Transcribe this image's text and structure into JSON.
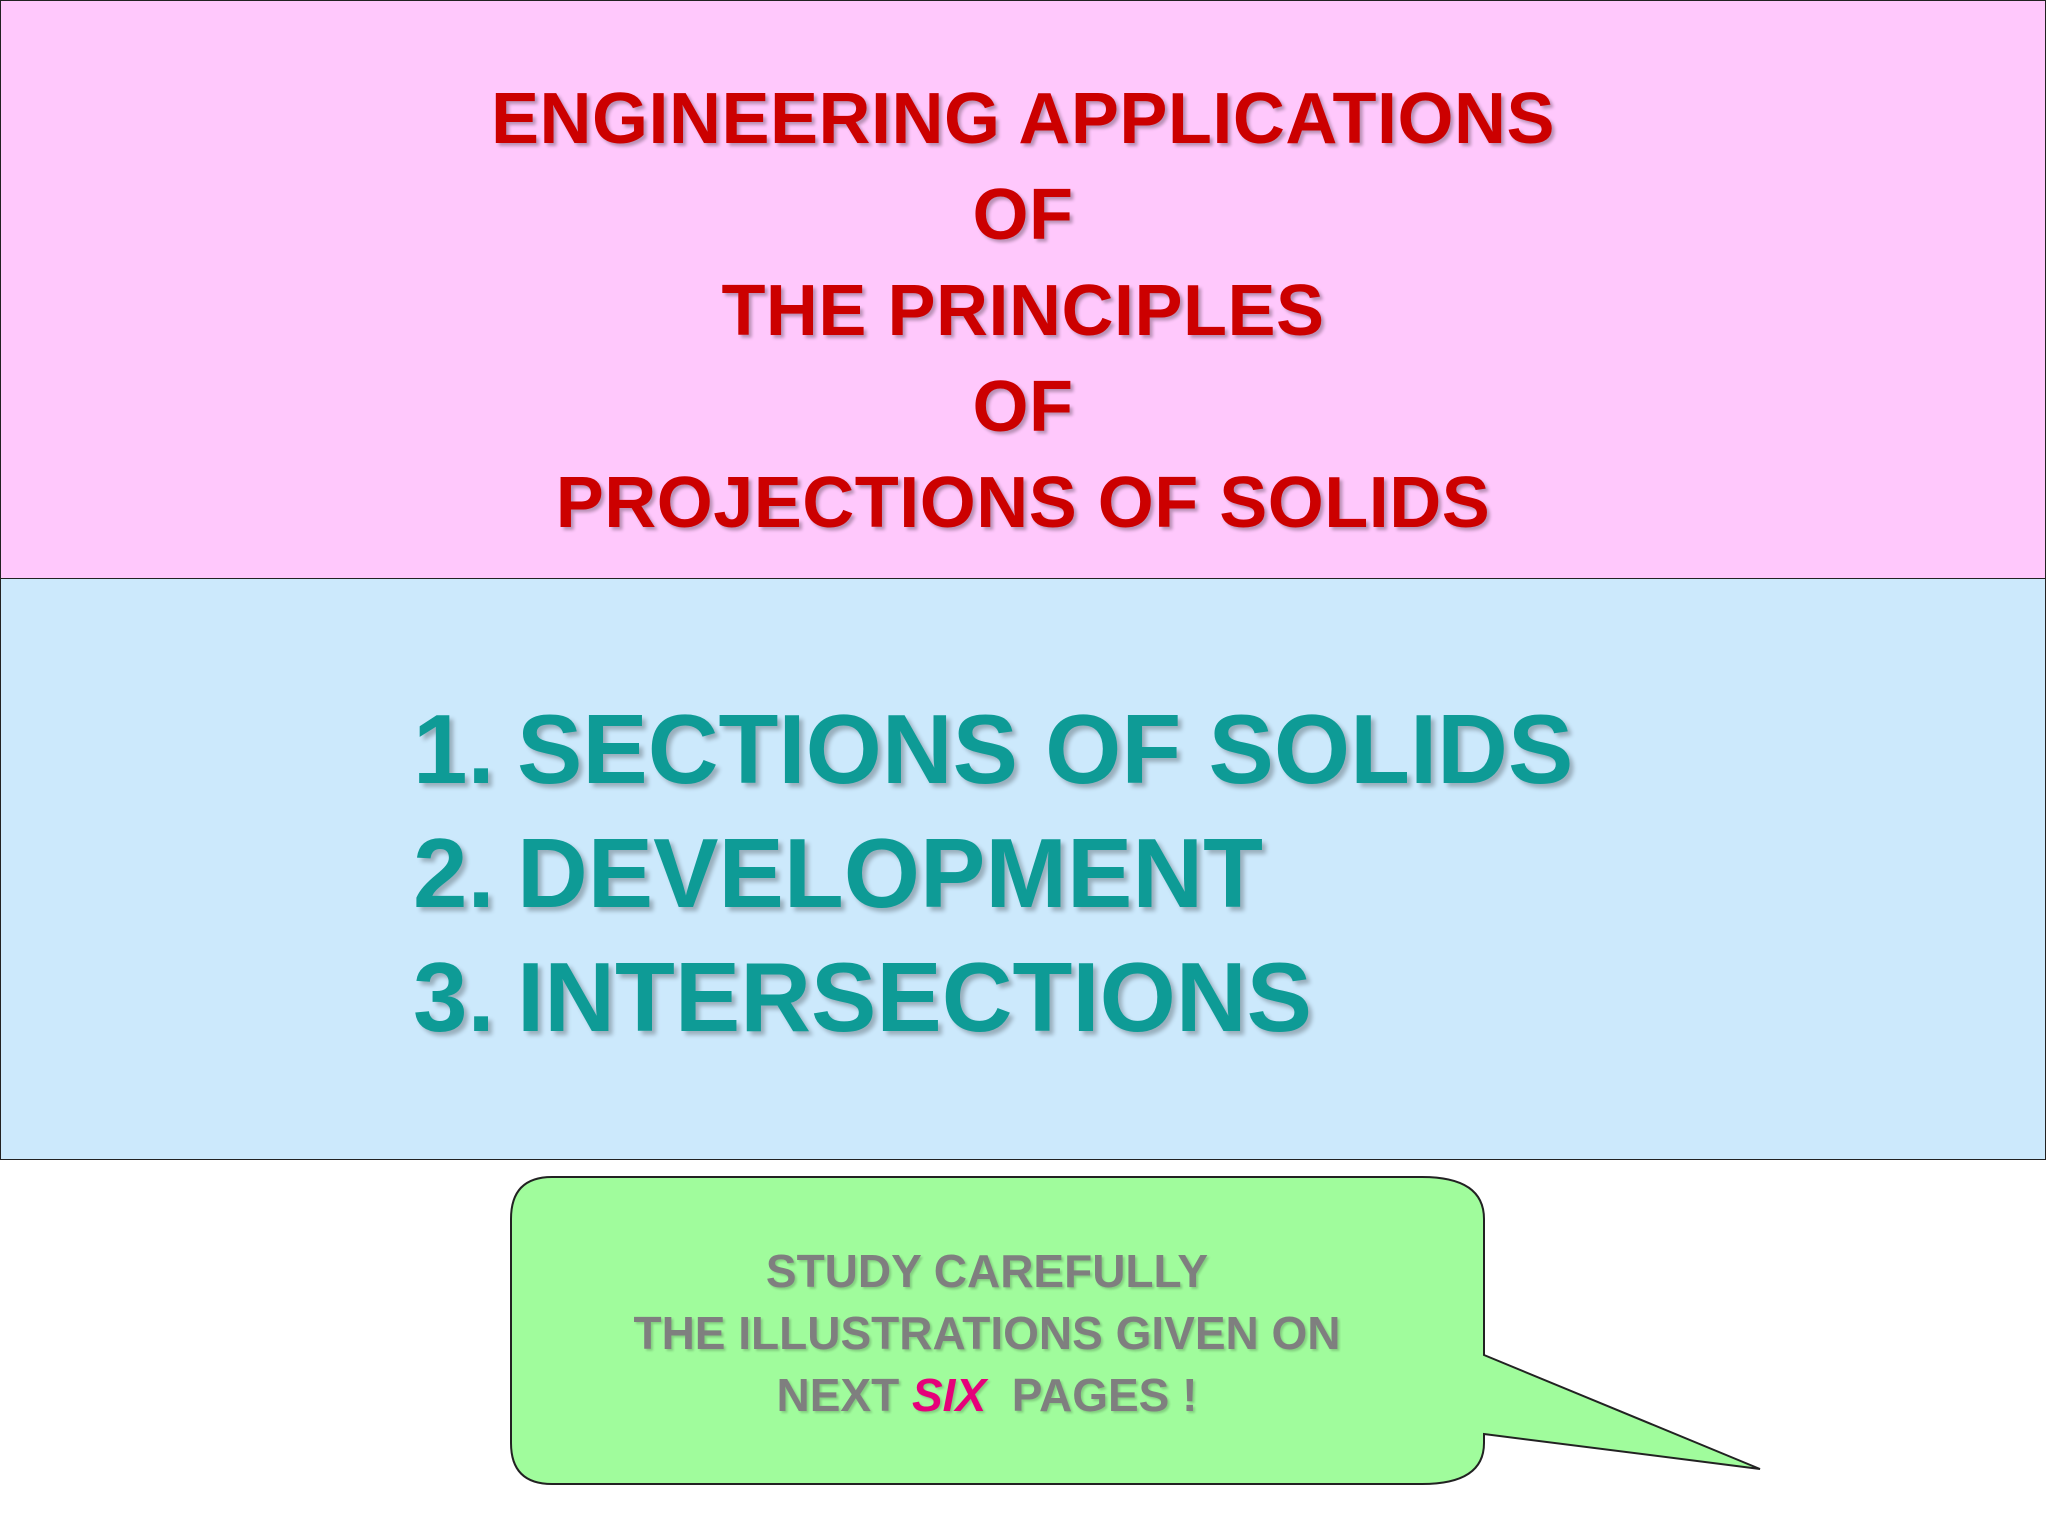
{
  "title": {
    "lines": [
      "ENGINEERING APPLICATIONS",
      "OF",
      "THE PRINCIPLES",
      "OF",
      "PROJECTIONS OF SOLIDS"
    ]
  },
  "topics": [
    {
      "number": "1.",
      "label": "SECTIONS OF SOLIDS"
    },
    {
      "number": "2.",
      "label": "DEVELOPMENT"
    },
    {
      "number": "3.",
      "label": "INTERSECTIONS"
    }
  ],
  "callout": {
    "line1": "STUDY CAREFULLY",
    "line2": "THE ILLUSTRATIONS GIVEN ON",
    "line3_prefix": "NEXT",
    "line3_emphasis": "SIX",
    "line3_suffix": "PAGES !"
  },
  "colors": {
    "title_panel_bg": "#ffc8fc",
    "title_text": "#cc0000",
    "list_panel_bg": "#cce9fc",
    "list_text": "#0e9b96",
    "callout_bg": "#a0fc9c",
    "callout_text": "#7f7f7f",
    "callout_emphasis": "#e6007a"
  }
}
